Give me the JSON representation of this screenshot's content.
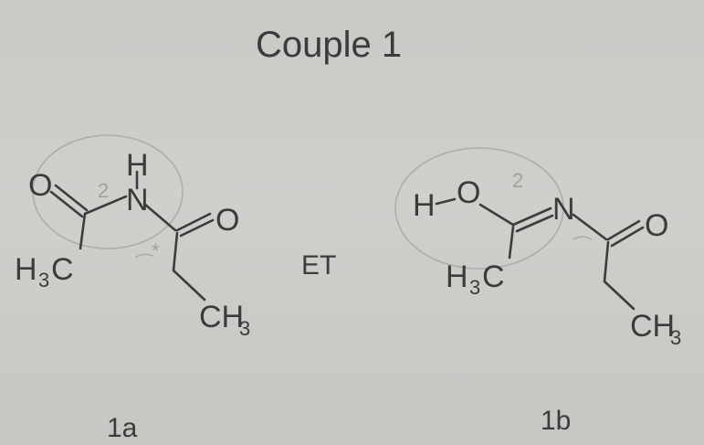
{
  "title": "Couple 1",
  "connector": "ET",
  "molecule_1a": {
    "caption": "1a",
    "atoms": {
      "o1": "O",
      "n": "N",
      "h": "H",
      "o2": "O",
      "c": "C",
      "c2": "C"
    },
    "groups": {
      "h3": "H",
      "three": "3",
      "ch": "CH",
      "ch3": "3"
    },
    "annotations": {
      "two": "2",
      "star": "*"
    }
  },
  "molecule_1b": {
    "caption": "1b",
    "atoms": {
      "h": "H",
      "o1": "O",
      "n": "N",
      "o2": "O",
      "c": "C"
    },
    "groups": {
      "h3": "H",
      "three": "3",
      "ch": "CH",
      "ch3": "3"
    },
    "annotations": {
      "two": "2"
    }
  }
}
